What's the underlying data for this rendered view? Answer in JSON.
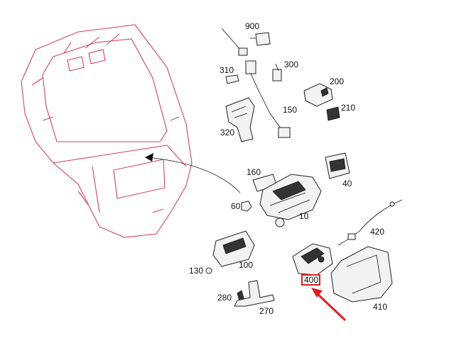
{
  "diagram": {
    "colors": {
      "tailgate_outline": "#d0455e",
      "highlight": "#e02020",
      "ink": "#111111"
    },
    "highlighted_part": "400",
    "parts": [
      {
        "id": "p900",
        "label": "900"
      },
      {
        "id": "p310",
        "label": "310"
      },
      {
        "id": "p300",
        "label": "300"
      },
      {
        "id": "p200",
        "label": "200"
      },
      {
        "id": "p150",
        "label": "150"
      },
      {
        "id": "p210",
        "label": "210"
      },
      {
        "id": "p320",
        "label": "320"
      },
      {
        "id": "p160",
        "label": "160"
      },
      {
        "id": "p40",
        "label": "40"
      },
      {
        "id": "p60",
        "label": "60"
      },
      {
        "id": "p10",
        "label": "10"
      },
      {
        "id": "p420",
        "label": "420"
      },
      {
        "id": "p100",
        "label": "100"
      },
      {
        "id": "p130",
        "label": "130"
      },
      {
        "id": "p400",
        "label": "400"
      },
      {
        "id": "p280",
        "label": "280"
      },
      {
        "id": "p410",
        "label": "410"
      },
      {
        "id": "p270",
        "label": "270"
      }
    ]
  }
}
